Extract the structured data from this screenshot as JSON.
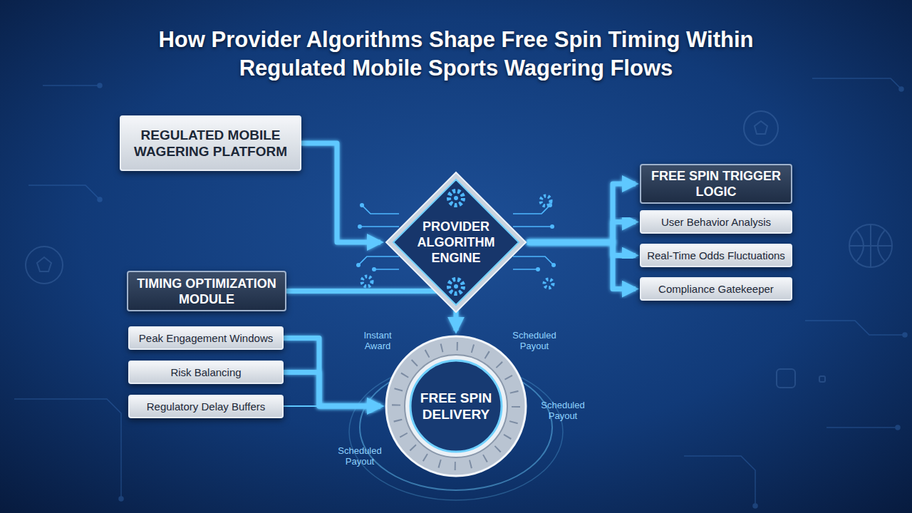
{
  "diagram": {
    "title": "How Provider Algorithms Shape Free Spin Timing Within Regulated Mobile Sports Wagering Flows",
    "nodes": [
      {
        "text": [
          "REGULATED MOBILE WAGERING PLATFORM"
        ]
      },
      {
        "text": [
          "PROVIDER ALGORITHM ENGINE"
        ]
      },
      {
        "text": [
          "FREE SPIN TRIGGER LOGIC"
        ]
      },
      {
        "text": [
          "User Behavior Analysis"
        ]
      },
      {
        "text": [
          "Real-Time Odds Fluctuations"
        ]
      },
      {
        "text": [
          "Compliance Gatekeeper"
        ]
      },
      {
        "text": [
          "TIMING OPTIMIZATION MODULE"
        ]
      },
      {
        "text": [
          "Peak Engagement Windows"
        ]
      },
      {
        "text": [
          "Risk Balancing"
        ]
      },
      {
        "text": [
          "Regulatory Delay Buffers"
        ]
      },
      {
        "text": [
          "FREE SPIN DELIVERY"
        ]
      }
    ],
    "edges": [
      {
        "from": 0,
        "to": 1,
        "arrow": "to"
      },
      {
        "from": 1,
        "to": 2,
        "arrow": "to"
      },
      {
        "from": 1,
        "to": 3,
        "arrow": "to"
      },
      {
        "from": 1,
        "to": 4,
        "arrow": "to"
      },
      {
        "from": 1,
        "to": 5,
        "arrow": "to"
      },
      {
        "from": 1,
        "to": 10,
        "arrow": "to"
      },
      {
        "from": 6,
        "to": 10,
        "arrow": "to"
      },
      {
        "from": 7,
        "to": 10,
        "arrow": "to"
      },
      {
        "from": 8,
        "to": 10,
        "arrow": "to"
      },
      {
        "from": 9,
        "to": 10,
        "arrow": "to"
      }
    ],
    "labels": [
      "Instant Award",
      "Scheduled Payout",
      "Scheduled Payout",
      "Scheduled Payout"
    ]
  }
}
